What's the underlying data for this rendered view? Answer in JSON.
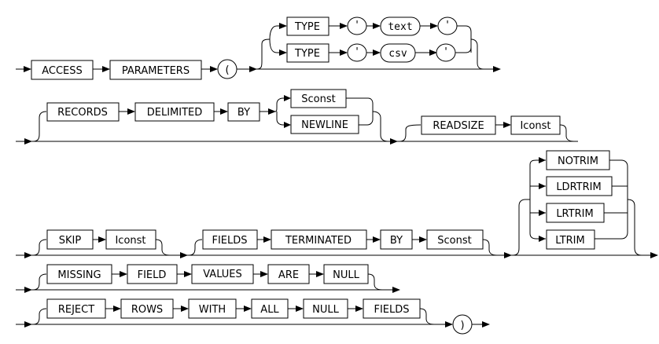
{
  "diagram": {
    "title": "ACCESS PARAMETERS syntax",
    "type": "railroad",
    "colors": {
      "line": "#000000",
      "background": "#ffffff"
    },
    "rows": [
      {
        "id": "row1",
        "sequence": [
          {
            "kind": "keyword",
            "label": "ACCESS"
          },
          {
            "kind": "keyword",
            "label": "PARAMETERS"
          },
          {
            "kind": "terminal",
            "label": "("
          }
        ],
        "optional_choice": [
          [
            {
              "kind": "keyword",
              "label": "TYPE"
            },
            {
              "kind": "terminal",
              "label": "'"
            },
            {
              "kind": "literal",
              "label": "text"
            },
            {
              "kind": "terminal",
              "label": "'"
            }
          ],
          [
            {
              "kind": "keyword",
              "label": "TYPE"
            },
            {
              "kind": "terminal",
              "label": "'"
            },
            {
              "kind": "literal",
              "label": "csv"
            },
            {
              "kind": "terminal",
              "label": "'"
            }
          ]
        ]
      },
      {
        "id": "row2",
        "optional_1": [
          {
            "kind": "keyword",
            "label": "RECORDS"
          },
          {
            "kind": "keyword",
            "label": "DELIMITED"
          },
          {
            "kind": "keyword",
            "label": "BY"
          }
        ],
        "choice_1": [
          {
            "kind": "keyword",
            "label": "Sconst"
          },
          {
            "kind": "keyword",
            "label": "NEWLINE"
          }
        ],
        "optional_2": [
          {
            "kind": "keyword",
            "label": "READSIZE"
          },
          {
            "kind": "keyword",
            "label": "Iconst"
          }
        ]
      },
      {
        "id": "row3",
        "optional_1": [
          {
            "kind": "keyword",
            "label": "SKIP"
          },
          {
            "kind": "keyword",
            "label": "Iconst"
          }
        ],
        "optional_2": [
          {
            "kind": "keyword",
            "label": "FIELDS"
          },
          {
            "kind": "keyword",
            "label": "TERMINATED"
          },
          {
            "kind": "keyword",
            "label": "BY"
          },
          {
            "kind": "keyword",
            "label": "Sconst"
          }
        ],
        "optional_choice": [
          {
            "kind": "keyword",
            "label": "NOTRIM"
          },
          {
            "kind": "keyword",
            "label": "LDRTRIM"
          },
          {
            "kind": "keyword",
            "label": "LRTRIM"
          },
          {
            "kind": "keyword",
            "label": "LTRIM"
          }
        ]
      },
      {
        "id": "row4",
        "optional_1": [
          {
            "kind": "keyword",
            "label": "MISSING"
          },
          {
            "kind": "keyword",
            "label": "FIELD"
          },
          {
            "kind": "keyword",
            "label": "VALUES"
          },
          {
            "kind": "keyword",
            "label": "ARE"
          },
          {
            "kind": "keyword",
            "label": "NULL"
          }
        ]
      },
      {
        "id": "row5",
        "optional_1": [
          {
            "kind": "keyword",
            "label": "REJECT"
          },
          {
            "kind": "keyword",
            "label": "ROWS"
          },
          {
            "kind": "keyword",
            "label": "WITH"
          },
          {
            "kind": "keyword",
            "label": "ALL"
          },
          {
            "kind": "keyword",
            "label": "NULL"
          },
          {
            "kind": "keyword",
            "label": "FIELDS"
          }
        ],
        "end": {
          "kind": "terminal",
          "label": ")"
        }
      }
    ]
  }
}
